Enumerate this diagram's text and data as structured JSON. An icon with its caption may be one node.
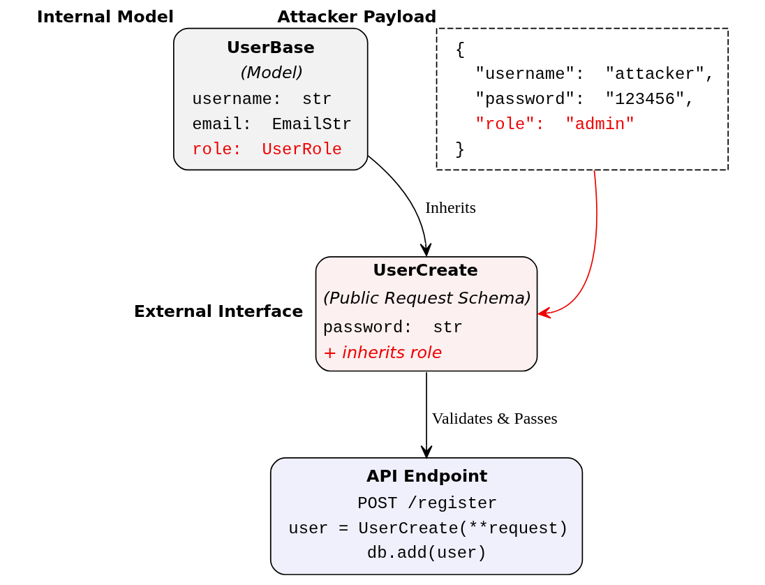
{
  "diagram": {
    "nodes": [
      {
        "text": [
          "UserBase",
          "(Model)",
          "username:  str",
          "email:  EmailStr",
          "role:  UserRole"
        ],
        "beside": [
          "Internal Model"
        ]
      },
      {
        "text": [
          "UserCreate",
          "(Public Request Schema)",
          "password:  str",
          "+ inherits role"
        ],
        "beside": [
          "External Interface"
        ]
      },
      {
        "text": [
          "{",
          "\"username\":  \"attacker\",",
          "\"password\":  \"123456\",",
          "\"role\":  \"admin\"",
          "}"
        ],
        "beside": [
          "Attacker Payload"
        ]
      },
      {
        "text": [
          "API Endpoint",
          "POST /register",
          "user = UserCreate(**request)",
          "db.add(user)"
        ]
      }
    ],
    "edges": [
      {
        "from": 0,
        "to": 1,
        "arrow": "to",
        "label": "Inherits"
      },
      {
        "from": 2,
        "to": 1,
        "arrow": "to",
        "color": "#ee0000"
      },
      {
        "from": 1,
        "to": 3,
        "arrow": "to",
        "label": "Validates & Passes"
      }
    ]
  }
}
